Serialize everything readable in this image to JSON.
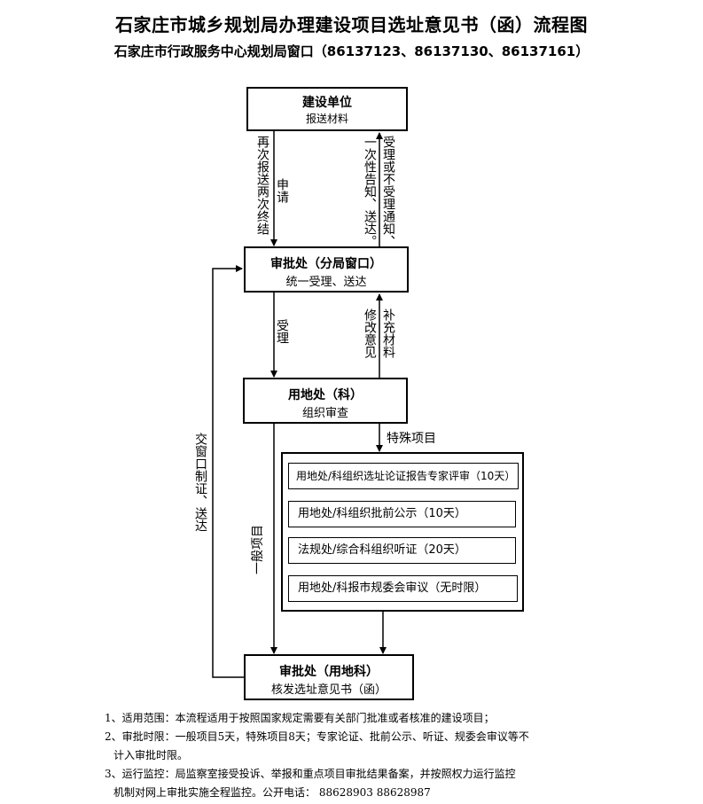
{
  "title": "石家庄市城乡规划局办理建设项目选址意见书（函）流程图",
  "subtitle": "石家庄市行政服务中心规划局窗口（86137123、86137130、86137161）",
  "nodes": {
    "builder": {
      "title": "建设单位",
      "sub": "报送材料"
    },
    "approval_window": {
      "title": "审批处（分局窗口）",
      "sub": "统一受理、送达"
    },
    "land_dept": {
      "title": "用地处（科）",
      "sub": "组织审查"
    },
    "approval_final": {
      "title": "审批处（用地科）",
      "sub": "核发选址意见书（函）"
    }
  },
  "special": {
    "label": "特殊项目",
    "steps": [
      "用地处/科组织选址论证报告专家评审（10天）",
      "用地处/科组织批前公示（10天）",
      "法规处/综合科组织听证（20天）",
      "用地处/科报市规委会审议（无时限）"
    ]
  },
  "edges": {
    "resubmit": "再次报送两次终结",
    "apply": "申请",
    "notify_1": "一次性告知、送达。",
    "notify_2": "受理或不受理通知、",
    "accept": "受理",
    "revise": "修改意见",
    "supplement": "补充材料",
    "window_deliver": "交窗口制证、送达",
    "general": "一般项目"
  },
  "notes": [
    "1、适用范围：本流程适用于按照国家规定需要有关部门批准或者核准的建设项目；",
    "2、审批时限：一般项目5天，特殊项目8天；专家论证、批前公示、听证、规委会审议等不",
    "计入审批时限。",
    "3、运行监控：局监察室接受投诉、举报和重点项目审批结果备案，并按照权力运行监控",
    "机制对网上审批实施全程监控。公开电话： 88628903 88628987"
  ]
}
